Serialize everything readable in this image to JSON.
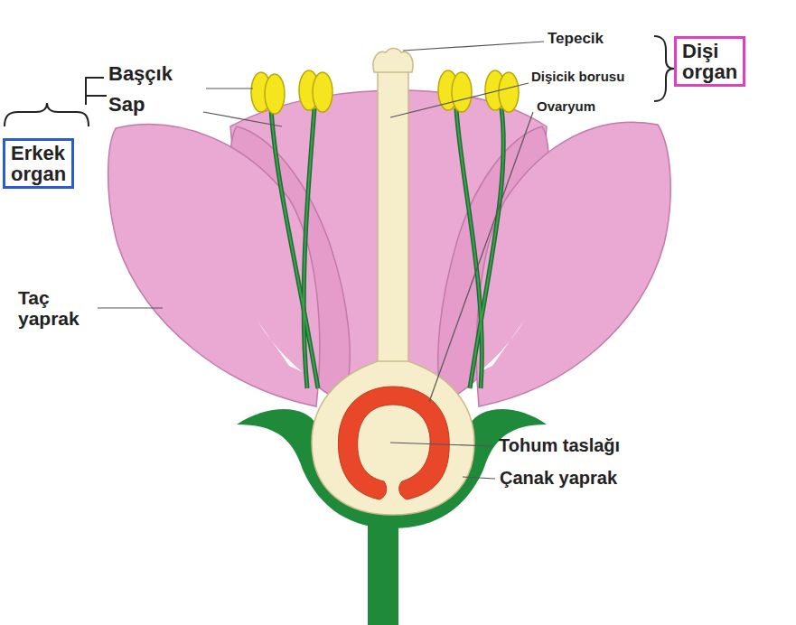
{
  "diagram": {
    "nodes": [
      {
        "text": [
          "Dişi organ"
        ]
      },
      {
        "text": [
          "Erkek organ"
        ]
      }
    ],
    "labels": [
      "Tepecik",
      "Başçık",
      "Sap",
      "Dişicik borusu",
      "Ovaryum",
      "Taç yaprak",
      "Tohum taslağı",
      "Çanak yaprak"
    ]
  }
}
